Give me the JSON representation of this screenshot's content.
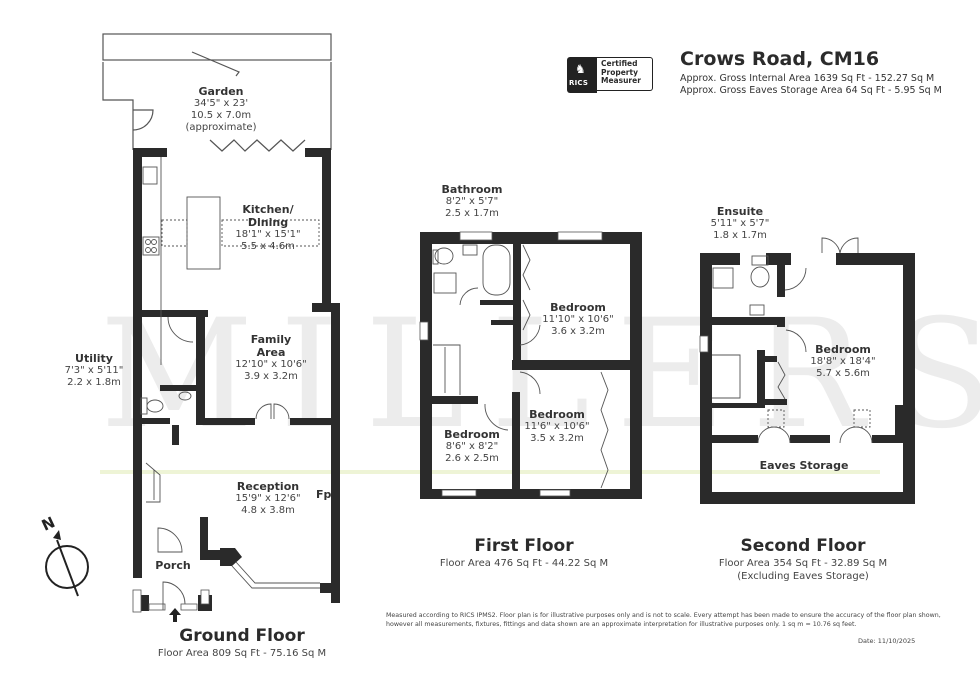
{
  "header": {
    "title": "Crows Road, CM16",
    "gross_internal_area": "Approx. Gross Internal Area 1639 Sq Ft - 152.27 Sq M",
    "gross_eaves_area": "Approx. Gross Eaves Storage Area 64 Sq Ft - 5.95 Sq M"
  },
  "badge": {
    "org": "RICS",
    "line1": "Certified",
    "line2": "Property",
    "line3": "Measurer"
  },
  "watermark": "MILLERS",
  "ground_floor": {
    "title": "Ground Floor",
    "area": "Floor Area 809 Sq Ft - 75.16 Sq M",
    "rooms": [
      {
        "name": "Garden",
        "dim_imperial": "34'5\" x 23'",
        "dim_metric": "10.5 x 7.0m",
        "note": "(approximate)"
      },
      {
        "name": "Kitchen/",
        "name2": "Dining",
        "dim_imperial": "18'1\" x 15'1\"",
        "dim_metric": "5.5 x 4.6m"
      },
      {
        "name": "Family",
        "name2": "Area",
        "dim_imperial": "12'10\" x 10'6\"",
        "dim_metric": "3.9 x 3.2m"
      },
      {
        "name": "Utility",
        "dim_imperial": "7'3\" x 5'11\"",
        "dim_metric": "2.2 x 1.8m"
      },
      {
        "name": "Reception",
        "dim_imperial": "15'9\" x 12'6\"",
        "dim_metric": "4.8 x 3.8m"
      },
      {
        "name": "Porch"
      }
    ],
    "fireplace_label": "Fp"
  },
  "first_floor": {
    "title": "First Floor",
    "area": "Floor Area 476 Sq Ft - 44.22 Sq M",
    "rooms": [
      {
        "name": "Bathroom",
        "dim_imperial": "8'2\" x 5'7\"",
        "dim_metric": "2.5 x 1.7m"
      },
      {
        "name": "Bedroom",
        "dim_imperial": "11'10\" x 10'6\"",
        "dim_metric": "3.6 x 3.2m"
      },
      {
        "name": "Bedroom",
        "dim_imperial": "11'6\" x 10'6\"",
        "dim_metric": "3.5 x 3.2m"
      },
      {
        "name": "Bedroom",
        "dim_imperial": "8'6\" x 8'2\"",
        "dim_metric": "2.6 x 2.5m"
      }
    ]
  },
  "second_floor": {
    "title": "Second Floor",
    "area": "Floor Area 354 Sq Ft - 32.89 Sq M",
    "note": "(Excluding Eaves Storage)",
    "rooms": [
      {
        "name": "Ensuite",
        "dim_imperial": "5'11\" x 5'7\"",
        "dim_metric": "1.8 x 1.7m"
      },
      {
        "name": "Bedroom",
        "dim_imperial": "18'8\" x 18'4\"",
        "dim_metric": "5.7 x 5.6m"
      },
      {
        "name": "Eaves Storage"
      }
    ]
  },
  "compass": {
    "label": "N"
  },
  "footer": {
    "disclaimer_line1": "Measured according to RICS IPMS2. Floor plan is for illustrative purposes only and is not to scale. Every attempt has been made to ensure the accuracy of the floor plan shown,",
    "disclaimer_line2": "however all measurements, fixtures, fittings and data shown are an approximate interpretation for illustrative purposes only. 1 sq m = 10.76 sq feet.",
    "date": "Date: 11/10/2025"
  },
  "colors": {
    "wall": "#2a2a2a",
    "watermark": "#e9e9e9",
    "watermark_accent": "#f4c6c6",
    "guide_line": "#e8f0c8"
  }
}
